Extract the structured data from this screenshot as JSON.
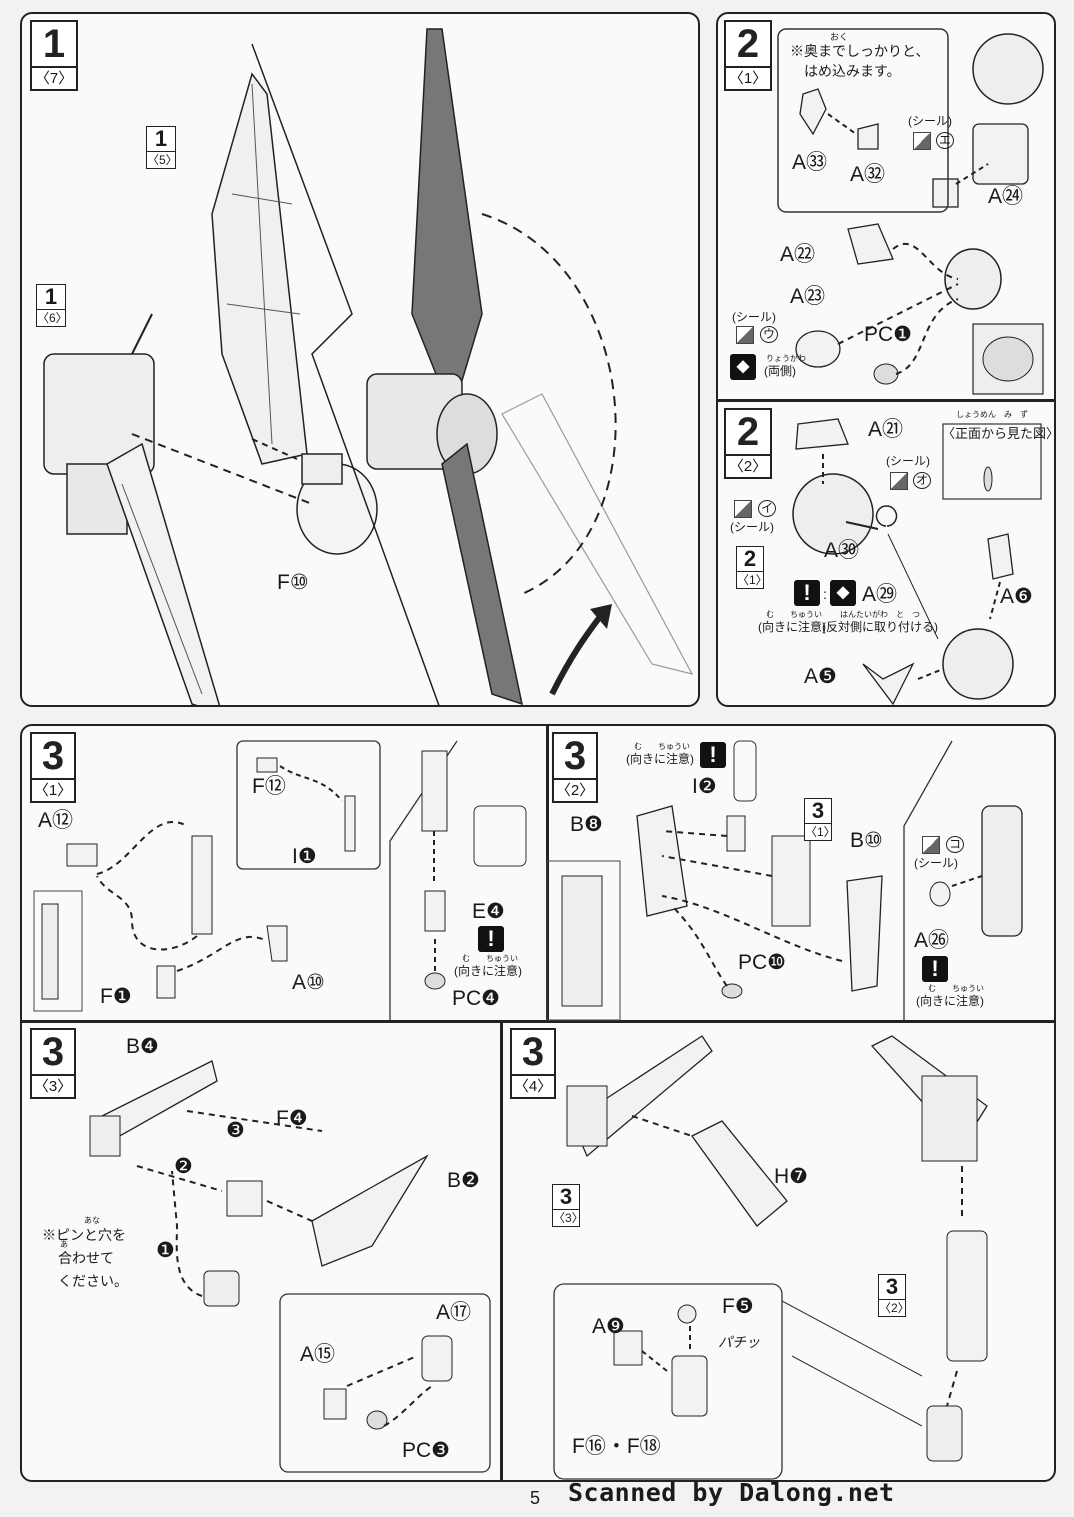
{
  "page_number": "5",
  "scan_credit": "Scanned by Dalong.net",
  "panel_1": {
    "step": "1",
    "sub": "〈7〉",
    "ref_a": {
      "n": "1",
      "s": "〈5〉"
    },
    "ref_b": {
      "n": "1",
      "s": "〈6〉"
    },
    "part": "F⑩"
  },
  "panel_2a": {
    "step": "2",
    "sub": "〈1〉",
    "note_line1": "※奥までしっかりと、",
    "note_line2": "はめ込みます。",
    "note_ruby": "おく",
    "parts": {
      "a33": "A㉝",
      "a32": "A㉜",
      "a24": "A㉔",
      "a22": "A㉒",
      "a23": "A㉓",
      "pc1": "PC❶"
    },
    "seal_label_1": "(シール)",
    "seal_kana_1": "エ",
    "seal_label_2": "(シール)",
    "seal_kana_2": "ウ",
    "both_sides": "(両側)",
    "both_sides_ruby": "りょうがわ"
  },
  "panel_2b": {
    "step": "2",
    "sub": "〈2〉",
    "front_view": "〈正面から見た図〉",
    "front_view_ruby": "しょうめん　み　ず",
    "parts": {
      "a21": "A㉑",
      "a30": "A㉚",
      "a29": "A㉙",
      "a6": "A❻",
      "a5": "A❺"
    },
    "seal_label_1": "(シール)",
    "seal_kana_1": "オ",
    "seal_label_2": "(シール)",
    "seal_kana_2": "イ",
    "ref": {
      "n": "2",
      "s": "〈1〉"
    },
    "caution": "(向きに注意)",
    "caution_ruby": "む　　ちゅうい",
    "opposite": "(反対側に取り付ける)",
    "opposite_ruby": "はんたいがわ　と　つ"
  },
  "panel_3_1": {
    "step": "3",
    "sub": "〈1〉",
    "parts": {
      "a12": "A⑫",
      "f12": "F⑫",
      "i1": "I❶",
      "f1": "F❶",
      "a10": "A⑩",
      "e4": "E❹",
      "pcd": "PC❹"
    },
    "caution": "(向きに注意)",
    "caution_ruby": "む　　ちゅうい"
  },
  "panel_3_2": {
    "step": "3",
    "sub": "〈2〉",
    "caution_top": "(向きに注意)",
    "caution_top_ruby": "む　　ちゅうい",
    "parts": {
      "i2": "I❷",
      "b8": "B❽",
      "b10": "B⑩",
      "pcj": "PC❿",
      "a26": "A㉖"
    },
    "ref": {
      "n": "3",
      "s": "〈1〉"
    },
    "seal_label": "(シール)",
    "seal_kana": "コ",
    "caution": "(向きに注意)",
    "caution_ruby": "む　　ちゅうい"
  },
  "panel_3_3": {
    "step": "3",
    "sub": "〈3〉",
    "parts": {
      "b4": "B❹",
      "f4": "F❹",
      "b2": "B❷",
      "a15": "A⑮",
      "a17": "A⑰",
      "pcc": "PC❸"
    },
    "order": [
      "❶",
      "❷",
      "❸"
    ],
    "pin_note_1": "※ピンと穴を",
    "pin_note_2": "合わせて",
    "pin_note_3": "ください。",
    "pin_ruby_1": "あな",
    "pin_ruby_2": "あ"
  },
  "panel_3_4": {
    "step": "3",
    "sub": "〈4〉",
    "parts": {
      "h7": "H❼",
      "a9": "A❾",
      "f5": "F❺",
      "f16": "F⑯・F⑱"
    },
    "ref_a": {
      "n": "3",
      "s": "〈3〉"
    },
    "ref_b": {
      "n": "3",
      "s": "〈2〉"
    },
    "snap": "パチッ"
  }
}
